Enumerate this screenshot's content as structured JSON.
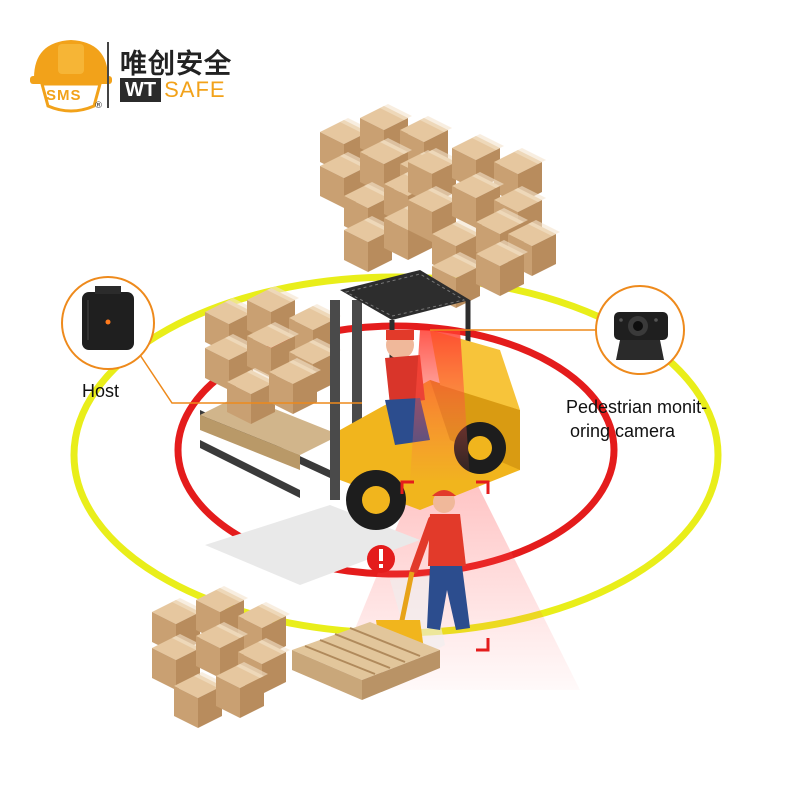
{
  "brand": {
    "logo_letters": "SMS",
    "registered": "®",
    "name_cn": "唯创安全",
    "name_en_mark": "WT",
    "name_en_word": "SAFE"
  },
  "labels": {
    "host": "Host",
    "camera_line1": "Pedestrian monit-",
    "camera_line2": "oring camera"
  },
  "colors": {
    "outer_zone": "#e9ee1a",
    "inner_zone": "#e41c1c",
    "accent_orange": "#ee8a1c",
    "forklift": "#f1b51d",
    "box": "#d9b68a"
  }
}
